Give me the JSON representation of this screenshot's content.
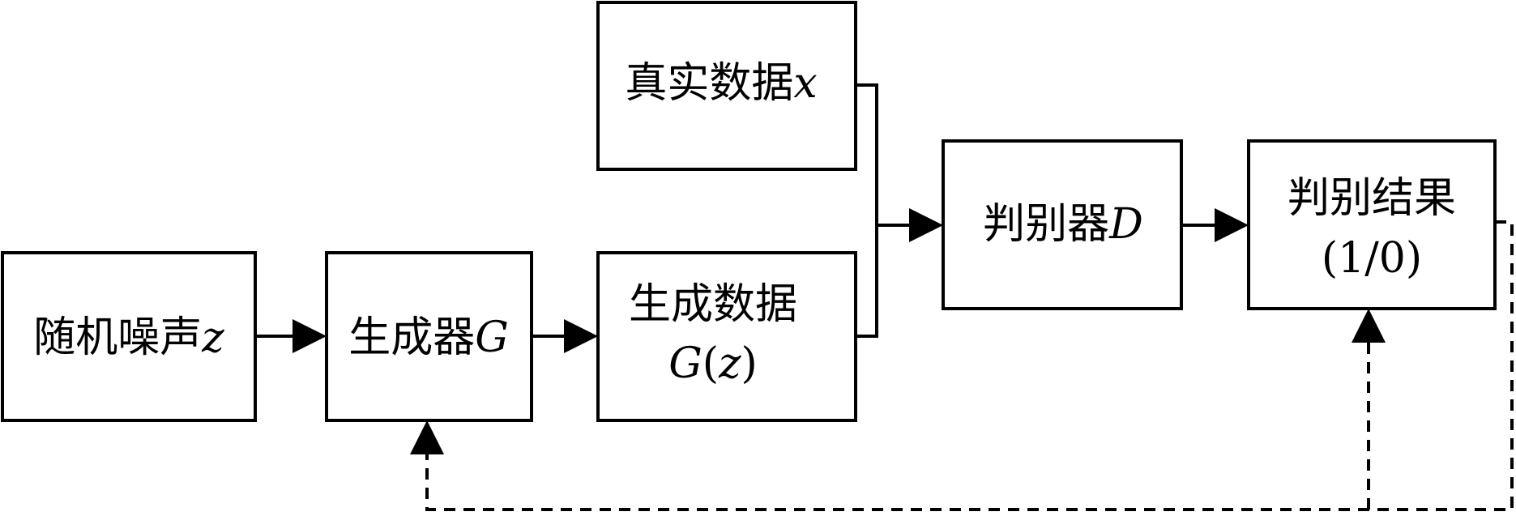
{
  "nodes": {
    "noise": {
      "main": "随机噪声",
      "var": "z"
    },
    "generator": {
      "main": "生成器",
      "var": "G"
    },
    "real_data": {
      "main": "真实数据",
      "var": "x"
    },
    "generated_data": {
      "line1": "生成数据",
      "line2_var": "G",
      "line2_open": "(",
      "line2_inner": "z",
      "line2_close": ")"
    },
    "discriminator": {
      "main": "判别器",
      "var": "D"
    },
    "result": {
      "line1": "判别结果",
      "line2": "(1/0)"
    }
  },
  "edges": [
    {
      "from": "noise",
      "to": "generator",
      "style": "solid"
    },
    {
      "from": "generator",
      "to": "generated_data",
      "style": "solid"
    },
    {
      "from": "real_data",
      "to": "discriminator",
      "style": "solid"
    },
    {
      "from": "generated_data",
      "to": "discriminator",
      "style": "solid"
    },
    {
      "from": "discriminator",
      "to": "result",
      "style": "solid"
    },
    {
      "from": "result",
      "to": "generator",
      "style": "dashed"
    },
    {
      "from": "result",
      "to": "result",
      "style": "dashed"
    }
  ],
  "colors": {
    "stroke": "#000000",
    "background": "#ffffff"
  }
}
